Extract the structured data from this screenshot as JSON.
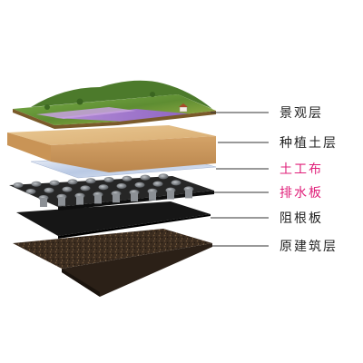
{
  "layers": [
    {
      "label": "景观层",
      "label_color": "#222222",
      "fill": "#6f9a3a"
    },
    {
      "label": "种植土层",
      "label_color": "#222222",
      "fill": "#e7c08a"
    },
    {
      "label": "土工布",
      "label_color": "#e0207a",
      "fill": "#cfdcee"
    },
    {
      "label": "排水板",
      "label_color": "#e0207a",
      "fill": "#1e1e1e"
    },
    {
      "label": "阻根板",
      "label_color": "#222222",
      "fill": "#151515"
    },
    {
      "label": "原建筑层",
      "label_color": "#222222",
      "fill": "#3a2a1c"
    }
  ]
}
